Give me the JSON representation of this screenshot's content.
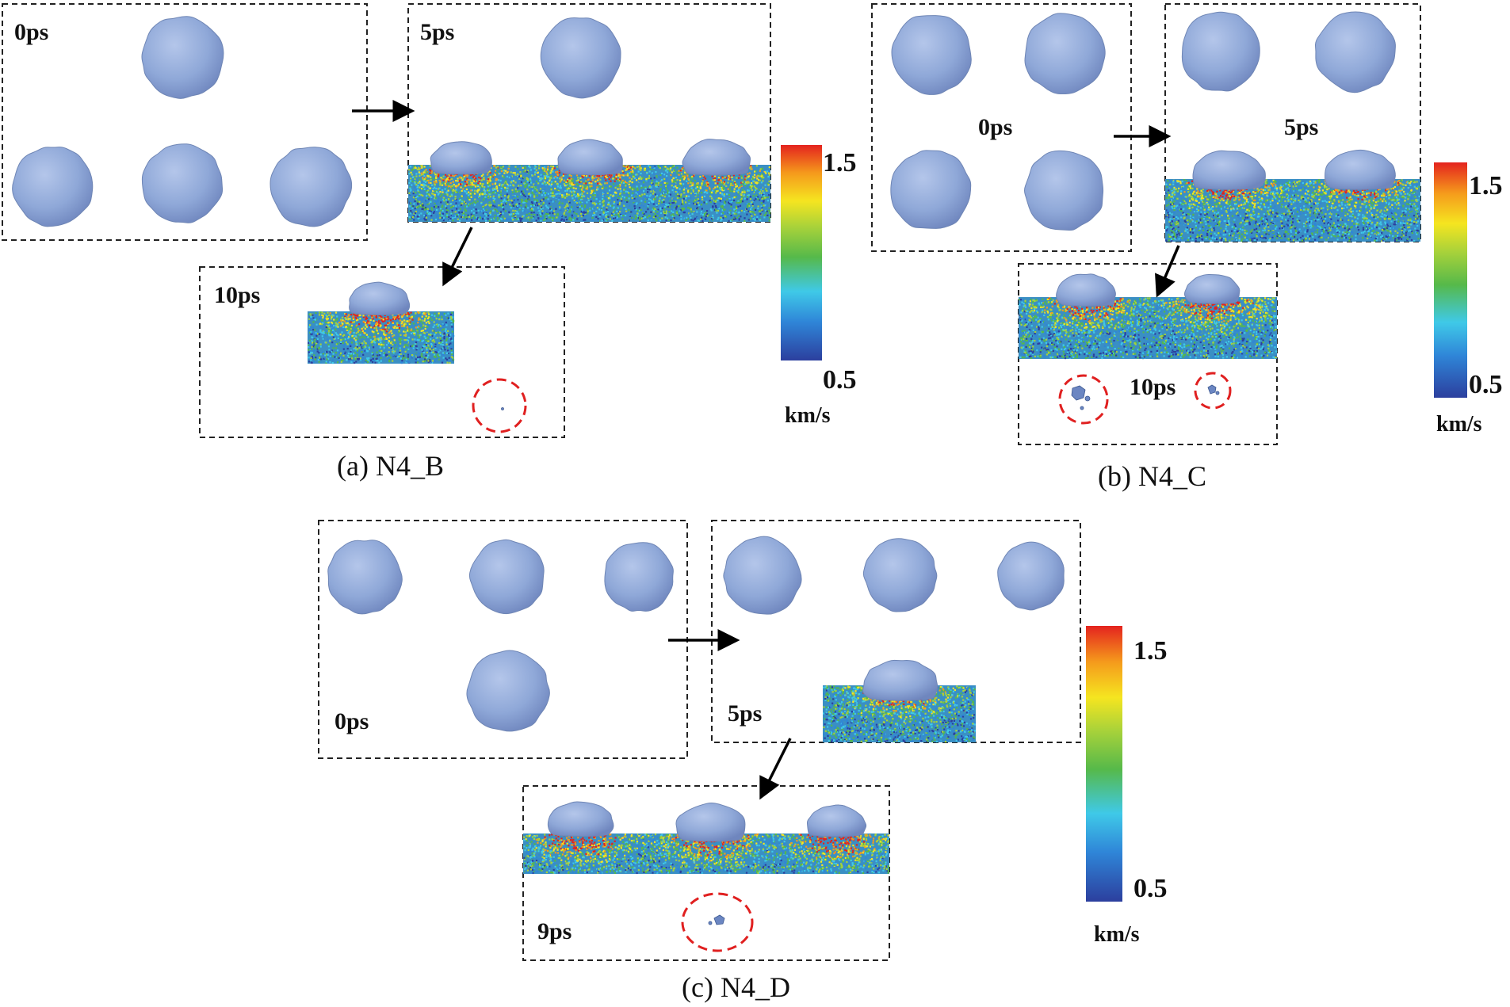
{
  "panels": [
    {
      "id": "a",
      "caption": "(a) N4_B",
      "frames": [
        {
          "label": "0ps"
        },
        {
          "label": "5ps"
        },
        {
          "label": "10ps"
        }
      ],
      "colorbar": {
        "max_label": "1.5",
        "min_label": "0.5",
        "unit": "km/s"
      }
    },
    {
      "id": "b",
      "caption": "(b) N4_C",
      "frames": [
        {
          "label": "0ps"
        },
        {
          "label": "5ps"
        },
        {
          "label": "10ps"
        }
      ],
      "colorbar": {
        "max_label": "1.5",
        "min_label": "0.5",
        "unit": "km/s"
      }
    },
    {
      "id": "c",
      "caption": "(c) N4_D",
      "frames": [
        {
          "label": "0ps"
        },
        {
          "label": "5ps"
        },
        {
          "label": "9ps"
        }
      ],
      "colorbar": {
        "max_label": "1.5",
        "min_label": "0.5",
        "unit": "km/s"
      }
    }
  ],
  "colors": {
    "particle": "#8fa8d8",
    "particle_edge": "#6f86b5",
    "debris_ring": "#e02020",
    "colormap": [
      "#2c3f9e",
      "#2f86d8",
      "#3fc9e8",
      "#56b94a",
      "#a8d23a",
      "#f5e520",
      "#f59a1c",
      "#e4231e"
    ]
  }
}
